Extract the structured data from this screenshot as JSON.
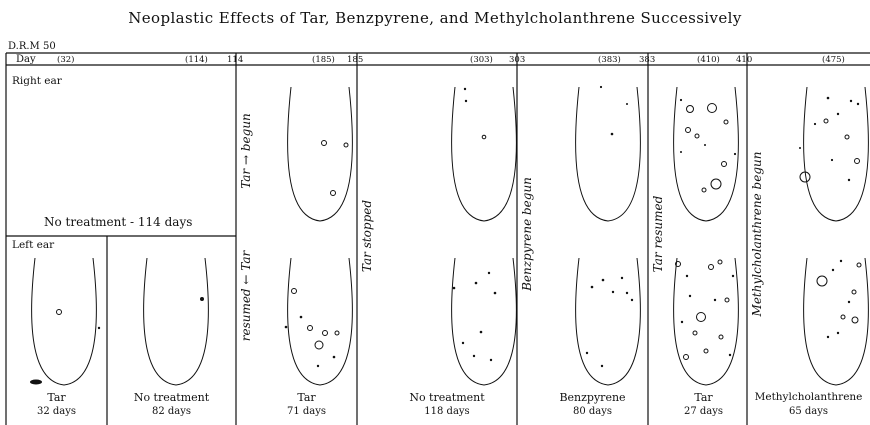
{
  "title": "Neoplastic Effects of Tar, Benzpyrene, and Methylcholanthrene Successively",
  "specimen_id": "D.R.M 50",
  "timeline": {
    "day_label": "Day",
    "markers": [
      "(32)",
      "(114)",
      "114",
      "(185)",
      "185",
      "(303)",
      "303",
      "(383)",
      "383",
      "(410)",
      "410",
      "(475)"
    ]
  },
  "ears": {
    "right": "Right ear",
    "left": "Left ear"
  },
  "notes": {
    "no_treatment_initial": "No treatment - 114 days"
  },
  "transitions": {
    "tar_begun": "Tar → begun",
    "tar_resumed": "resumed ← Tar",
    "tar_stopped": "Tar stopped",
    "benzpyrene_begun": "Benzpyrene begun",
    "tar_resumed_2": "Tar resumed",
    "methylcholanthrene_begun": "Methylcholanthrene begun"
  },
  "periods": [
    {
      "treatment": "Tar",
      "duration": "32 days"
    },
    {
      "treatment": "No treatment",
      "duration": "82 days"
    },
    {
      "treatment": "Tar",
      "duration": "71 days"
    },
    {
      "treatment": "No treatment",
      "duration": "118 days"
    },
    {
      "treatment": "Benzpyrene",
      "duration": "80 days"
    },
    {
      "treatment": "Tar",
      "duration": "27 days"
    },
    {
      "treatment": "Methylcholanthrene",
      "duration": "65 days"
    }
  ]
}
